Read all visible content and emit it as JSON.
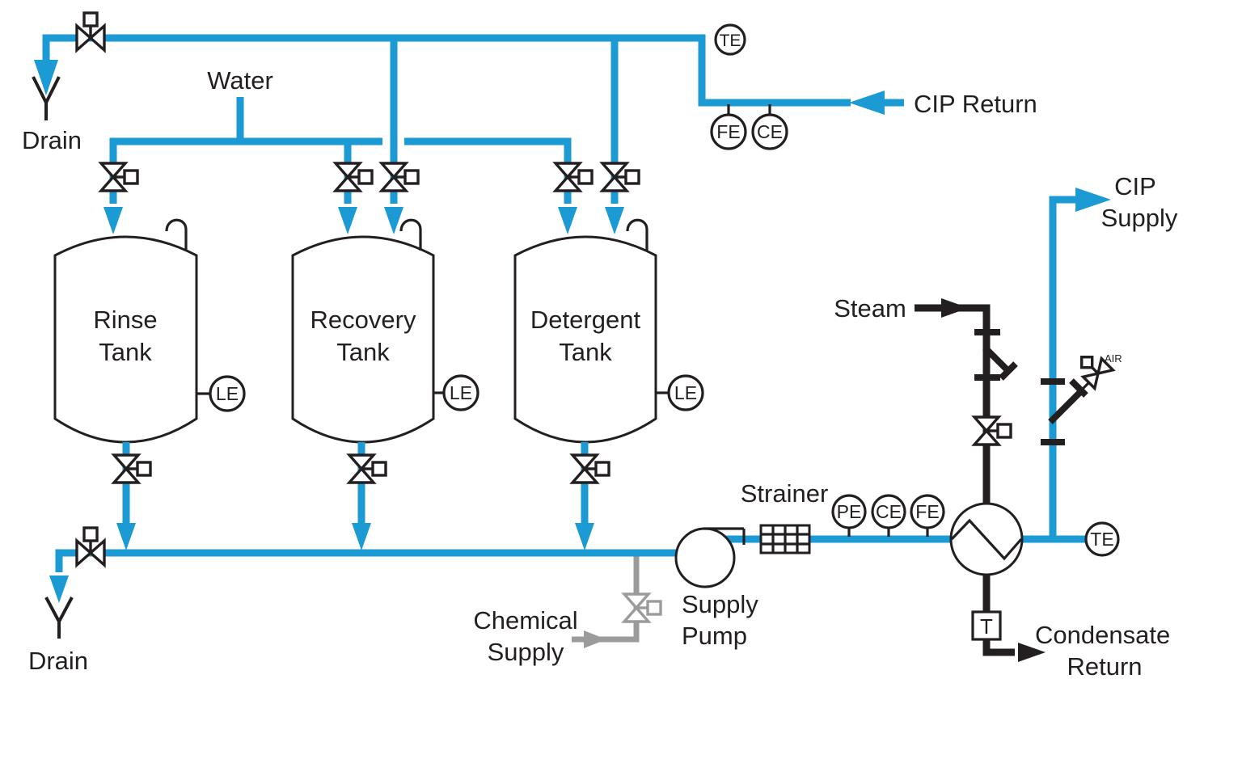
{
  "colors": {
    "pipe_blue": "#1B9AD4",
    "line_black": "#231F20",
    "chemical_gray": "#9B9B9B",
    "background": "#FFFFFF"
  },
  "labels": {
    "water": "Water",
    "drain_top": "Drain",
    "drain_bottom": "Drain",
    "cip_return": "CIP Return",
    "cip_supply": [
      "CIP",
      "Supply"
    ],
    "steam": "Steam",
    "air": "AIR",
    "strainer": "Strainer",
    "supply_pump": [
      "Supply",
      "Pump"
    ],
    "chemical_supply": [
      "Chemical",
      "Supply"
    ],
    "condensate_return": [
      "Condensate",
      "Return"
    ],
    "steam_trap": "T"
  },
  "tanks": [
    {
      "label": [
        "Rinse",
        "Tank"
      ],
      "level_tag": "LE"
    },
    {
      "label": [
        "Recovery",
        "Tank"
      ],
      "level_tag": "LE"
    },
    {
      "label": [
        "Detergent",
        "Tank"
      ],
      "level_tag": "LE"
    }
  ],
  "instruments": {
    "return_line": [
      "TE",
      "FE",
      "CE"
    ],
    "pump_discharge": [
      "PE",
      "CE",
      "FE"
    ],
    "supply_line": [
      "TE"
    ]
  }
}
